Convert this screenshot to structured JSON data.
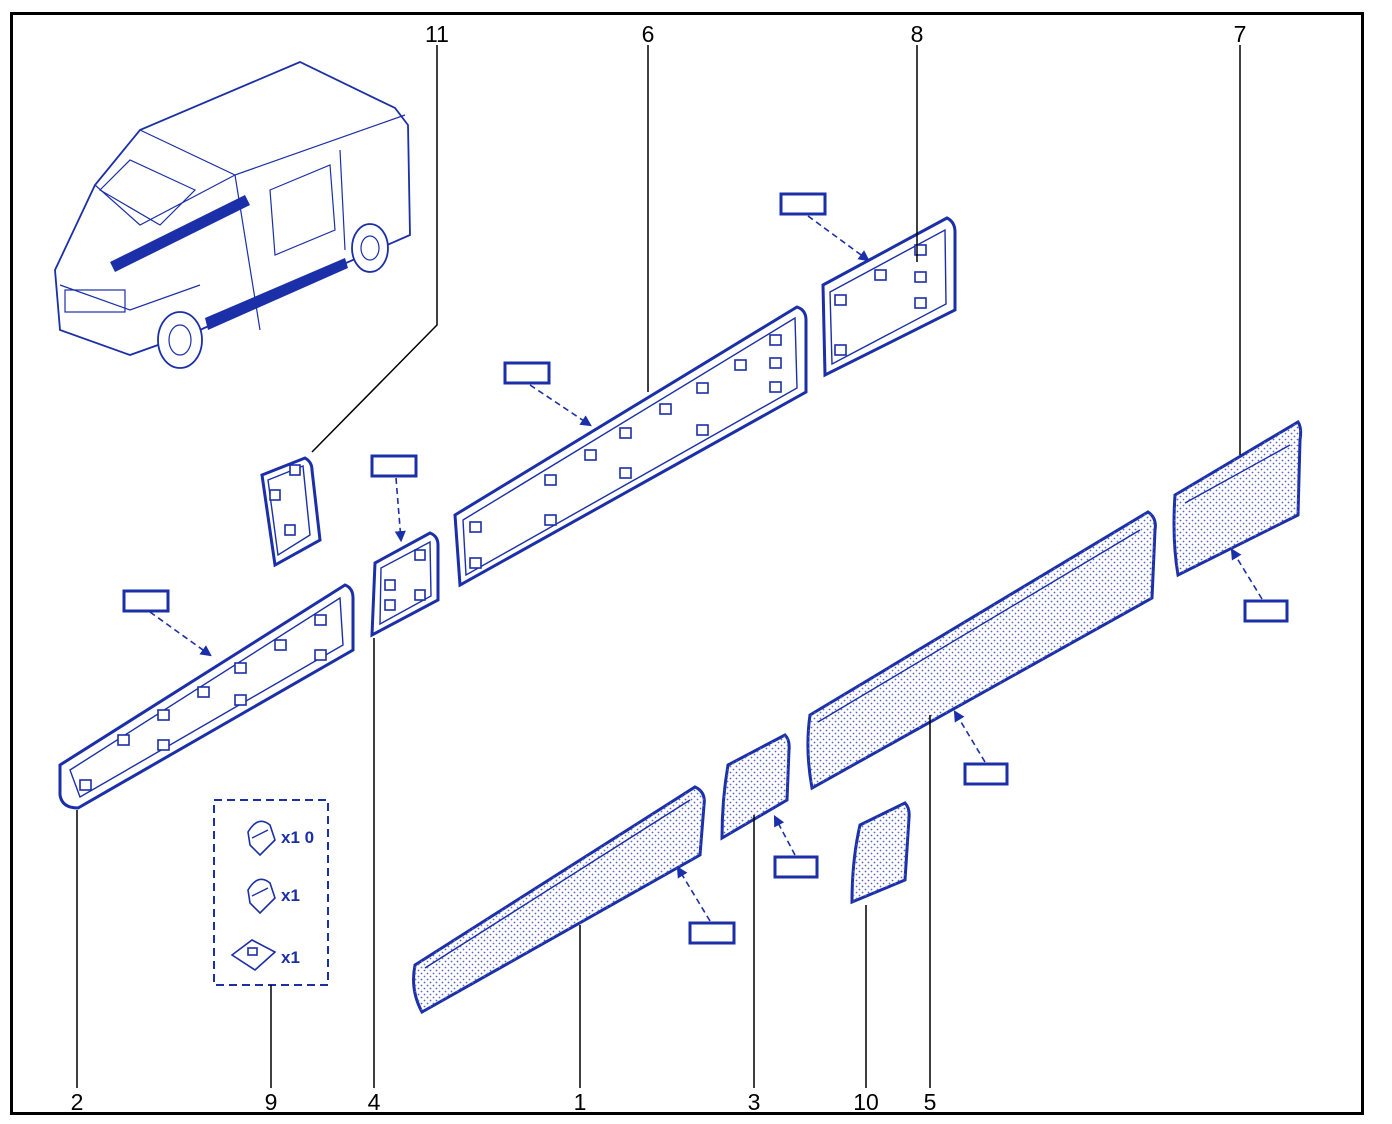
{
  "callouts": {
    "c1": "1",
    "c2": "2",
    "c3": "3",
    "c4": "4",
    "c5": "5",
    "c6": "6",
    "c7": "7",
    "c8": "8",
    "c9": "9",
    "c10": "10",
    "c11": "11"
  },
  "kit": {
    "clip_a_qty": "x1 0",
    "clip_b_qty": "x1",
    "base_qty": "x1"
  },
  "colors": {
    "line": "#1b2fa8",
    "background": "#ffffff",
    "frame": "#000000"
  }
}
